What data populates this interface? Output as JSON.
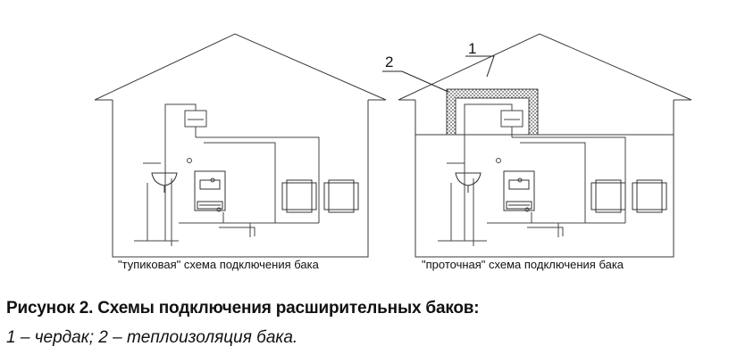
{
  "captions": {
    "left": "\"тупиковая\" схема подключения бака",
    "right": "\"проточная\" схема подключения бака"
  },
  "callouts": {
    "one": "1",
    "two": "2"
  },
  "figure": {
    "title": "Рисунок 2. Схемы подключения  расширительных баков:",
    "legend": "1 – чердак;   2 – теплоизоляция бака."
  },
  "colors": {
    "line": "#3a3a3a",
    "insulation": "#6a6a6a"
  }
}
